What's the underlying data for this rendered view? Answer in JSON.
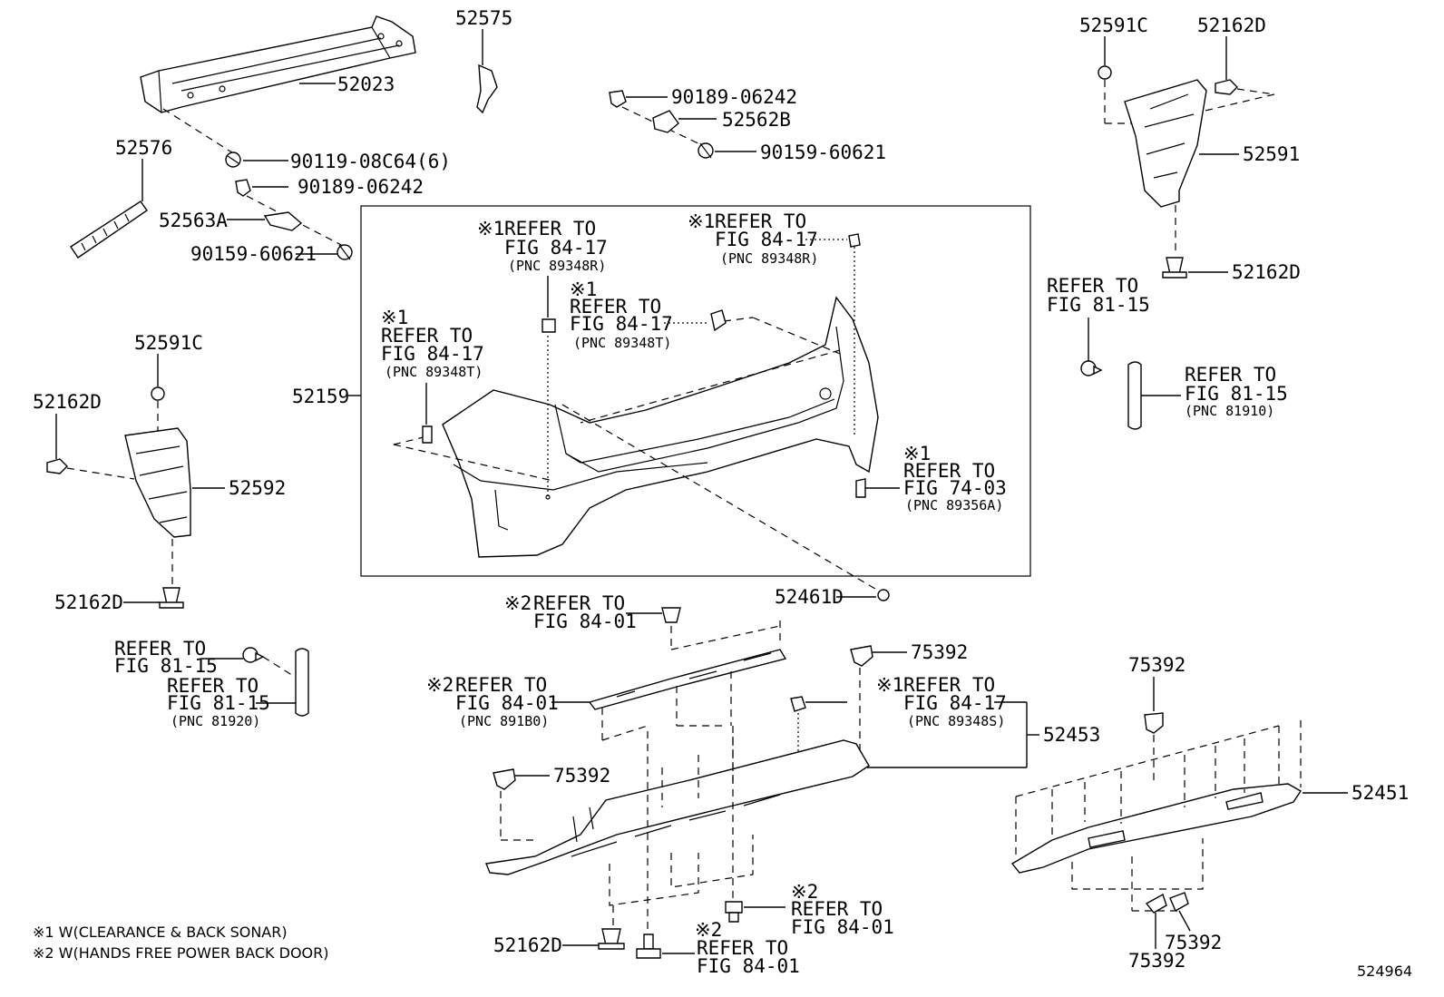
{
  "diagram_id": "524964",
  "labels": {
    "p52023": "52023",
    "p52575": "52575",
    "p52576": "52576",
    "p90119": "90119-08C64(6)",
    "p90189a": "90189-06242",
    "p52563A": "52563A",
    "p90159a": "90159-60621",
    "p90189b": "90189-06242",
    "p52562B": "52562B",
    "p90159b": "90159-60621",
    "p52591C_top": "52591C",
    "p52162D_top": "52162D",
    "p52591": "52591",
    "p52162D_r": "52162D",
    "p52591C_l": "52591C",
    "p52162D_l": "52162D",
    "p52592": "52592",
    "p52162D_l2": "52162D",
    "p52159": "52159",
    "p52461D": "52461D",
    "p75392_a": "75392",
    "p75392_b": "75392",
    "p75392_c": "75392",
    "p75392_d": "75392",
    "p75392_e": "75392",
    "p52453": "52453",
    "p52451": "52451",
    "p52162D_b": "52162D"
  },
  "refs": {
    "r1": {
      "mark": "※1",
      "line1": "REFER TO",
      "line2": "FIG 84-17",
      "pnc": "(PNC 89348R)"
    },
    "r2": {
      "mark": "※1",
      "line1": "REFER TO",
      "line2": "FIG 84-17",
      "pnc": "(PNC 89348R)"
    },
    "r3": {
      "mark": "※1",
      "line1": "REFER TO",
      "line2": "FIG 84-17",
      "pnc": "(PNC 89348T)"
    },
    "r4": {
      "mark": "※1",
      "line1": "REFER TO",
      "line2": "FIG 84-17",
      "pnc": "(PNC 89348T)"
    },
    "r5": {
      "mark": "※1",
      "line1": "REFER TO",
      "line2": "FIG 74-03",
      "pnc": "(PNC 89356A)"
    },
    "r6": {
      "line1": "REFER TO",
      "line2": "FIG 81-15"
    },
    "r7": {
      "line1": "REFER TO",
      "line2": "FIG 81-15",
      "pnc": "(PNC 81910)"
    },
    "r8": {
      "line1": "REFER TO",
      "line2": "FIG 81-15"
    },
    "r9": {
      "line1": "REFER TO",
      "line2": "FIG 81-15",
      "pnc": "(PNC 81920)"
    },
    "r10": {
      "mark": "※2",
      "line1": "REFER TO",
      "line2": "FIG 84-01"
    },
    "r11": {
      "mark": "※2",
      "line1": "REFER TO",
      "line2": "FIG 84-01",
      "pnc": "(PNC 891B0)"
    },
    "r12": {
      "mark": "※1",
      "line1": "REFER TO",
      "line2": "FIG 84-17",
      "pnc": "(PNC 89348S)"
    },
    "r13": {
      "mark": "※2",
      "line1": "REFER TO",
      "line2": "FIG 84-01"
    },
    "r14": {
      "mark": "※2",
      "line1": "REFER TO",
      "line2": "FIG 84-01"
    }
  },
  "footnotes": {
    "n1": "※1 W(CLEARANCE & BACK SONAR)",
    "n2": "※2 W(HANDS FREE POWER BACK DOOR)"
  }
}
